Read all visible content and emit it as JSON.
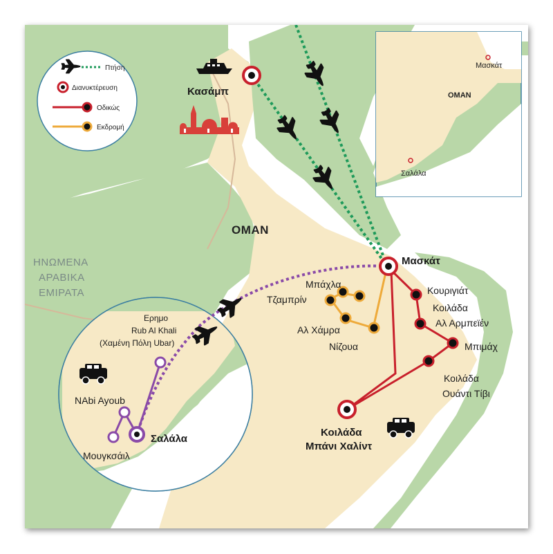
{
  "legend": {
    "items": [
      {
        "icon": "plane-icon",
        "label": "Πτήση"
      },
      {
        "icon": "port-icon",
        "label": "Διανυκτέρευση"
      },
      {
        "icon": "road-icon",
        "label": "Οδικώς"
      },
      {
        "icon": "excursion-icon",
        "label": "Εκδρομή"
      }
    ]
  },
  "colors": {
    "sea": "#ffffff",
    "land_green": "#b9d7a8",
    "land_sand": "#f7e9c6",
    "flight": "#1e9a5a",
    "road": "#c8202c",
    "excursion": "#eeaa3a",
    "salalah_route": "#8a4aa8"
  },
  "map": {
    "country": "OMAN",
    "neighbor_line1": "ΗΝΩΜΕΝΑ",
    "neighbor_line2": "ΑΡΑΒΙΚΑ",
    "neighbor_line3": "ΕΜΙΡΑΤΑ"
  },
  "places": {
    "kasab": "Κασάμπ",
    "muscat": "Μασκάτ",
    "bahla": "Μπάχλα",
    "jabrin": "Τζαμπρίν",
    "al_hamra": "Αλ Χάμρα",
    "nizwa": "Νίζουα",
    "quriyat": "Κουριγιάτ",
    "wadi_arbeen_1": "Κοιλάδα",
    "wadi_arbeen_2": "Αλ Αρμπεϊέν",
    "bimmah": "Μπιμάχ",
    "wadi_tiwi_1": "Κοιλάδα",
    "wadi_tiwi_2": "Ουάντι Τίβι",
    "bani_khalid_1": "Κοιλάδα",
    "bani_khalid_2": "Μπάνι Χαλίντ"
  },
  "inset_salalah": {
    "rub_1": "Ερημο",
    "rub_2": "Rub Al Khali",
    "rub_3": "(Χαμένη Πόλη Ubar)",
    "nabi": "NAbi Ayoub",
    "mughsail": "Μουγκσάιλ",
    "salalah": "Σαλάλα"
  },
  "inset_overview": {
    "muscat": "Μασκάτ",
    "country": "OMAN",
    "salalah": "Σαλάλα"
  }
}
